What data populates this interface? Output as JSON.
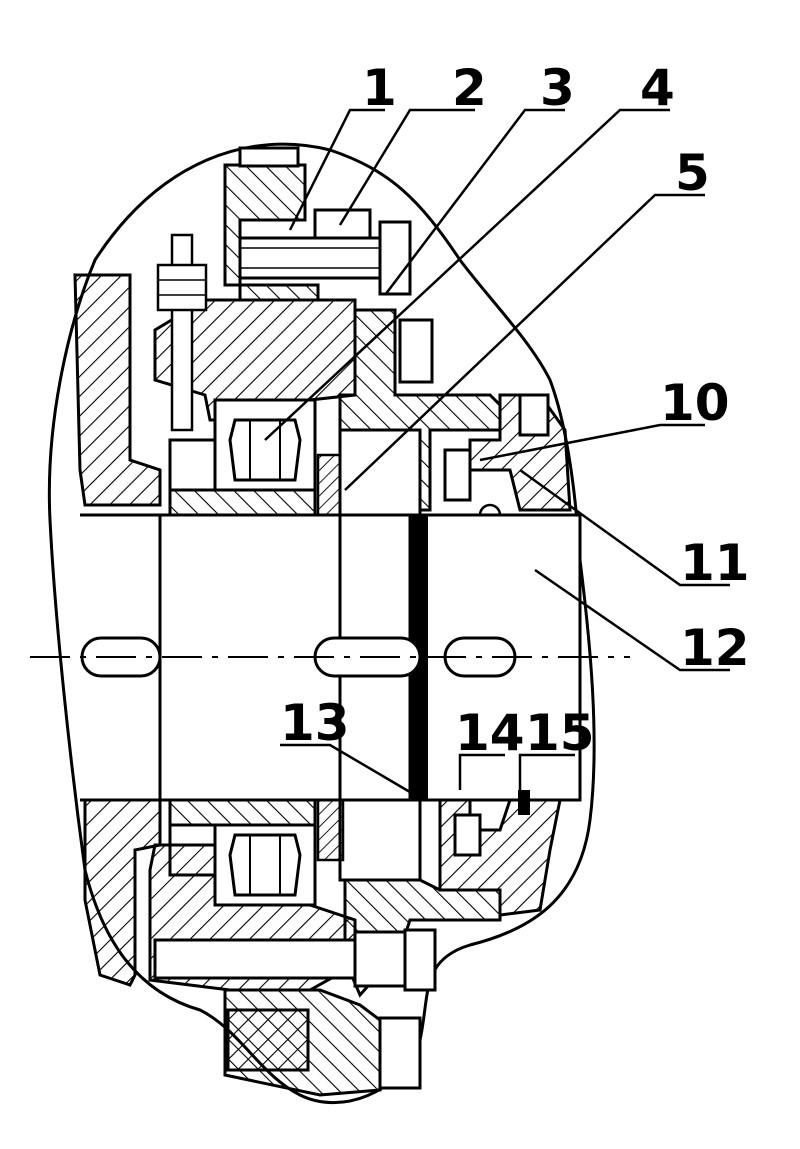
{
  "labels": {
    "l1": "1",
    "l2": "2",
    "l3": "3",
    "l4": "4",
    "l5": "5",
    "l10": "10",
    "l11": "11",
    "l12": "12",
    "l13": "13",
    "l14": "14",
    "l15": "15"
  },
  "colors": {
    "ink": "#000000",
    "paper": "#ffffff"
  }
}
